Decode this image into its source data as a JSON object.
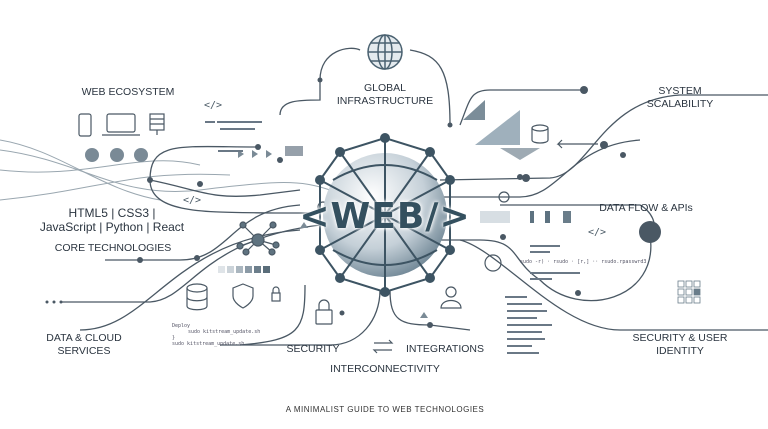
{
  "title": "<WEB/>",
  "caption": "A MINIMALIST GUIDE TO WEB TECHNOLOGIES",
  "labels": {
    "web_ecosystem": "WEB ECOSYSTEM",
    "global_infrastructure": [
      "GLOBAL",
      "INFRASTRUCTURE"
    ],
    "system_scalability": [
      "SYSTEM",
      "SCALABILITY"
    ],
    "languages": [
      "HTML5 | CSS3 |",
      "JavaScript | Python | React"
    ],
    "core_technologies": "CORE TECHNOLOGIES",
    "data_cloud": [
      "DATA & CLOUD",
      "SERVICES"
    ],
    "security": "SECURITY",
    "integrations": "INTEGRATIONS",
    "interconnectivity": "INTERCONNECTIVITY",
    "data_flow": "DATA FLOW & APIs",
    "security_identity": [
      "SECURITY & USER",
      "IDENTITY"
    ]
  },
  "code_tags": [
    "</>",
    "</>",
    "</>"
  ],
  "code_snippets": {
    "terminal": "sudo -r) · rsudo · [r,] ·· rsudo.rpasswrd3",
    "deploy": [
      "Deploy",
      "sudo kitstream_update.sh",
      "}",
      "sudo kitstream_update.sh"
    ]
  },
  "colors": {
    "primary": "#34505f",
    "line": "#4a5864",
    "light": "#b8c3cb"
  }
}
